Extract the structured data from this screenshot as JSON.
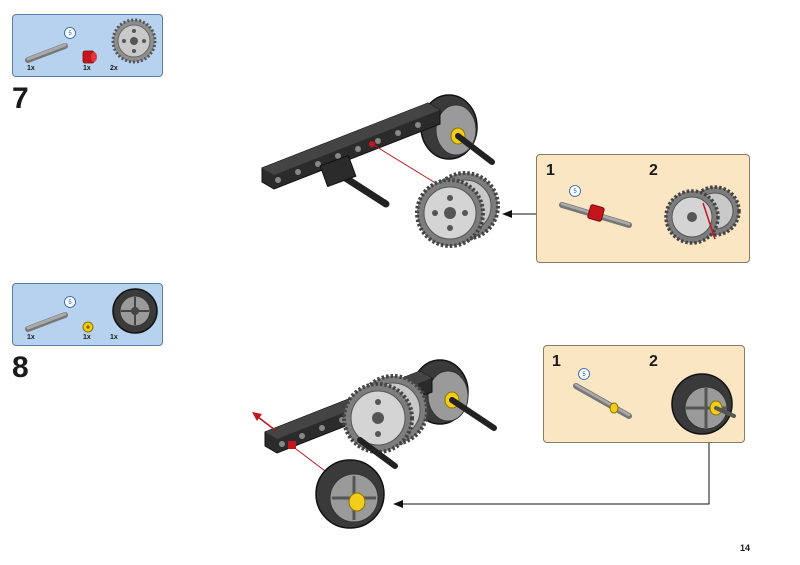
{
  "steps": [
    {
      "number": "7",
      "parts": [
        {
          "name": "axle",
          "qty": "1x",
          "length_label": "5"
        },
        {
          "name": "bush",
          "qty": "1x"
        },
        {
          "name": "gear",
          "qty": "2x"
        }
      ],
      "substeps": [
        {
          "number": "1",
          "length_label": "5"
        },
        {
          "number": "2"
        }
      ]
    },
    {
      "number": "8",
      "parts": [
        {
          "name": "axle",
          "qty": "1x",
          "length_label": "5"
        },
        {
          "name": "half-bush",
          "qty": "1x"
        },
        {
          "name": "wheel",
          "qty": "1x"
        }
      ],
      "substeps": [
        {
          "number": "1",
          "length_label": "5"
        },
        {
          "number": "2"
        }
      ]
    }
  ],
  "page_number": "14",
  "colors": {
    "parts_box": "#b7d2ef",
    "sub_box": "#fbe6c3",
    "beam": "#2b2b2b",
    "gear": "#c9c9c9",
    "bush": "#c4141c",
    "yellow": "#f2cd1a",
    "arrow_red": "#c4141c"
  }
}
